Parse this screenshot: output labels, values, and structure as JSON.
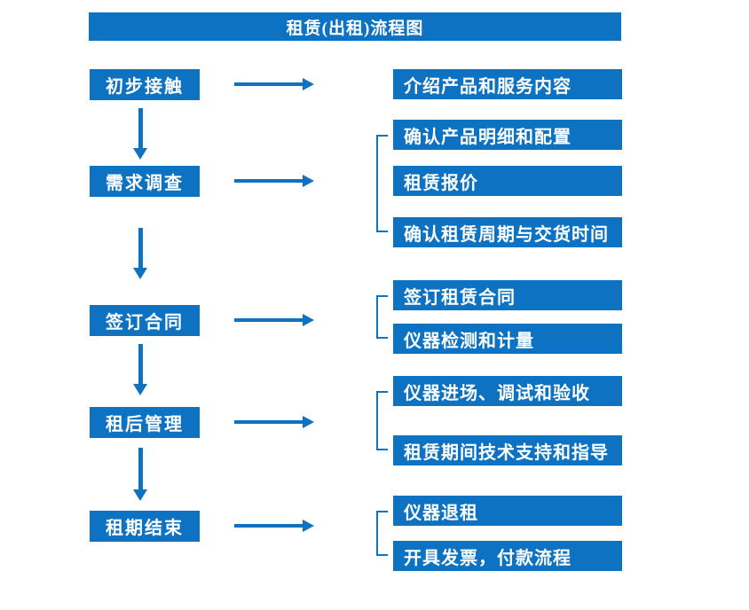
{
  "title": "租赁(出租)流程图",
  "accent_color": "#0d72c2",
  "text_color": "#ffffff",
  "rows": [
    {
      "step": "初步接触",
      "details": [
        "介绍产品和服务内容"
      ]
    },
    {
      "step": "需求调查",
      "details": [
        "确认产品明细和配置",
        "租赁报价",
        "确认租赁周期与交货时间"
      ]
    },
    {
      "step": "签订合同",
      "details": [
        "签订租赁合同",
        "仪器检测和计量"
      ]
    },
    {
      "step": "租后管理",
      "details": [
        "仪器进场、调试和验收",
        "租赁期间技术支持和指导"
      ]
    },
    {
      "step": "租期结束",
      "details": [
        "仪器退租",
        "开具发票，付款流程"
      ]
    }
  ]
}
